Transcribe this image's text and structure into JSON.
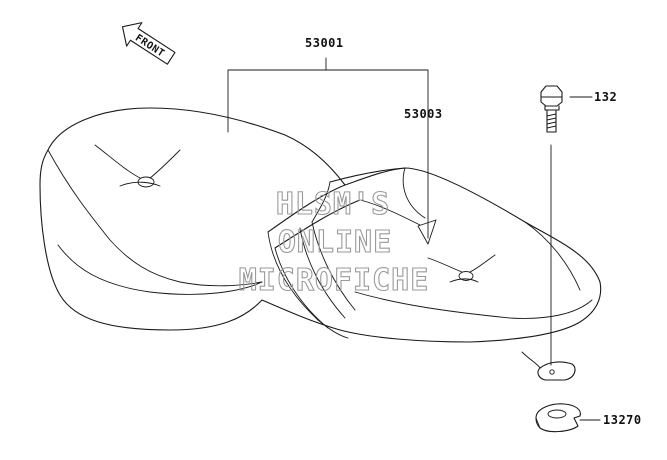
{
  "front_arrow": {
    "label": "FRONT"
  },
  "parts": [
    {
      "id": "seat-assembly",
      "number": "53001"
    },
    {
      "id": "rear-seat",
      "number": "53003"
    },
    {
      "id": "bolt",
      "number": "132"
    },
    {
      "id": "collar",
      "number": "13270"
    }
  ],
  "watermark": {
    "line1": "HLSM'S",
    "line2": "ONLINE",
    "line3": "MICROFICHE"
  }
}
